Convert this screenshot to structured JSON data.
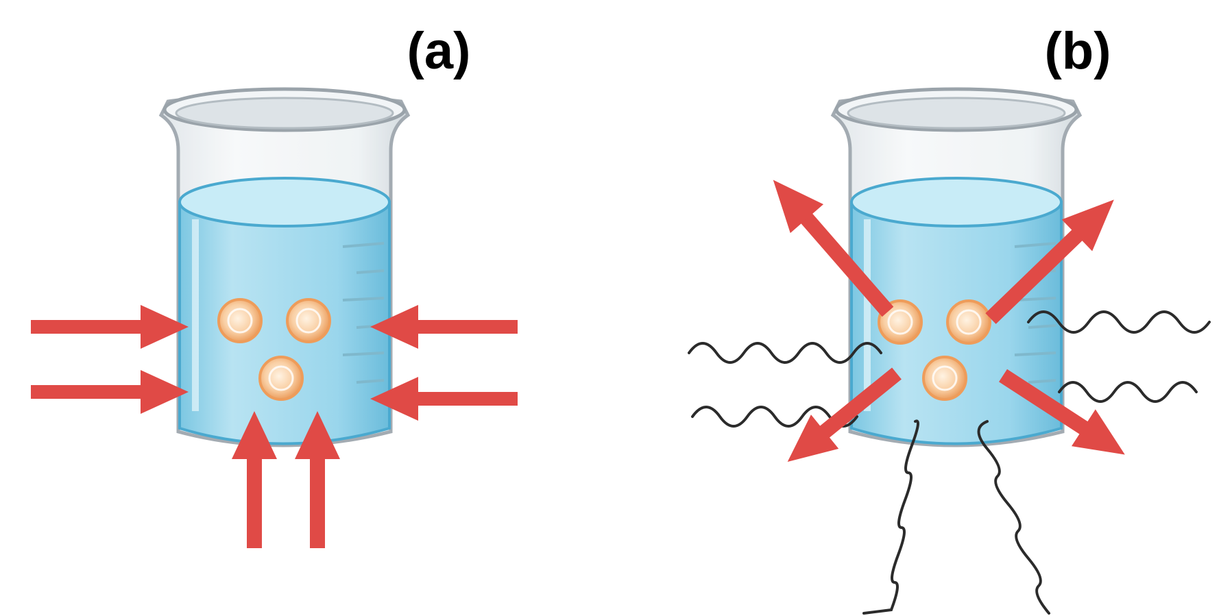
{
  "panels": [
    {
      "label": "(a)",
      "arrow_direction": "inward",
      "arrow_count": 6,
      "particle_count": 3,
      "wavy_line_count": 0
    },
    {
      "label": "(b)",
      "arrow_direction": "outward",
      "arrow_count": 4,
      "particle_count": 3,
      "wavy_line_count": 6
    }
  ],
  "colors": {
    "arrow": "#e04a46",
    "liquid": "#a9dcee",
    "liquid_surface": "#c8ecf7",
    "glass_outline": "#9aa3aa",
    "particle": "#f4b27b",
    "wave": "#2b2b2b"
  }
}
